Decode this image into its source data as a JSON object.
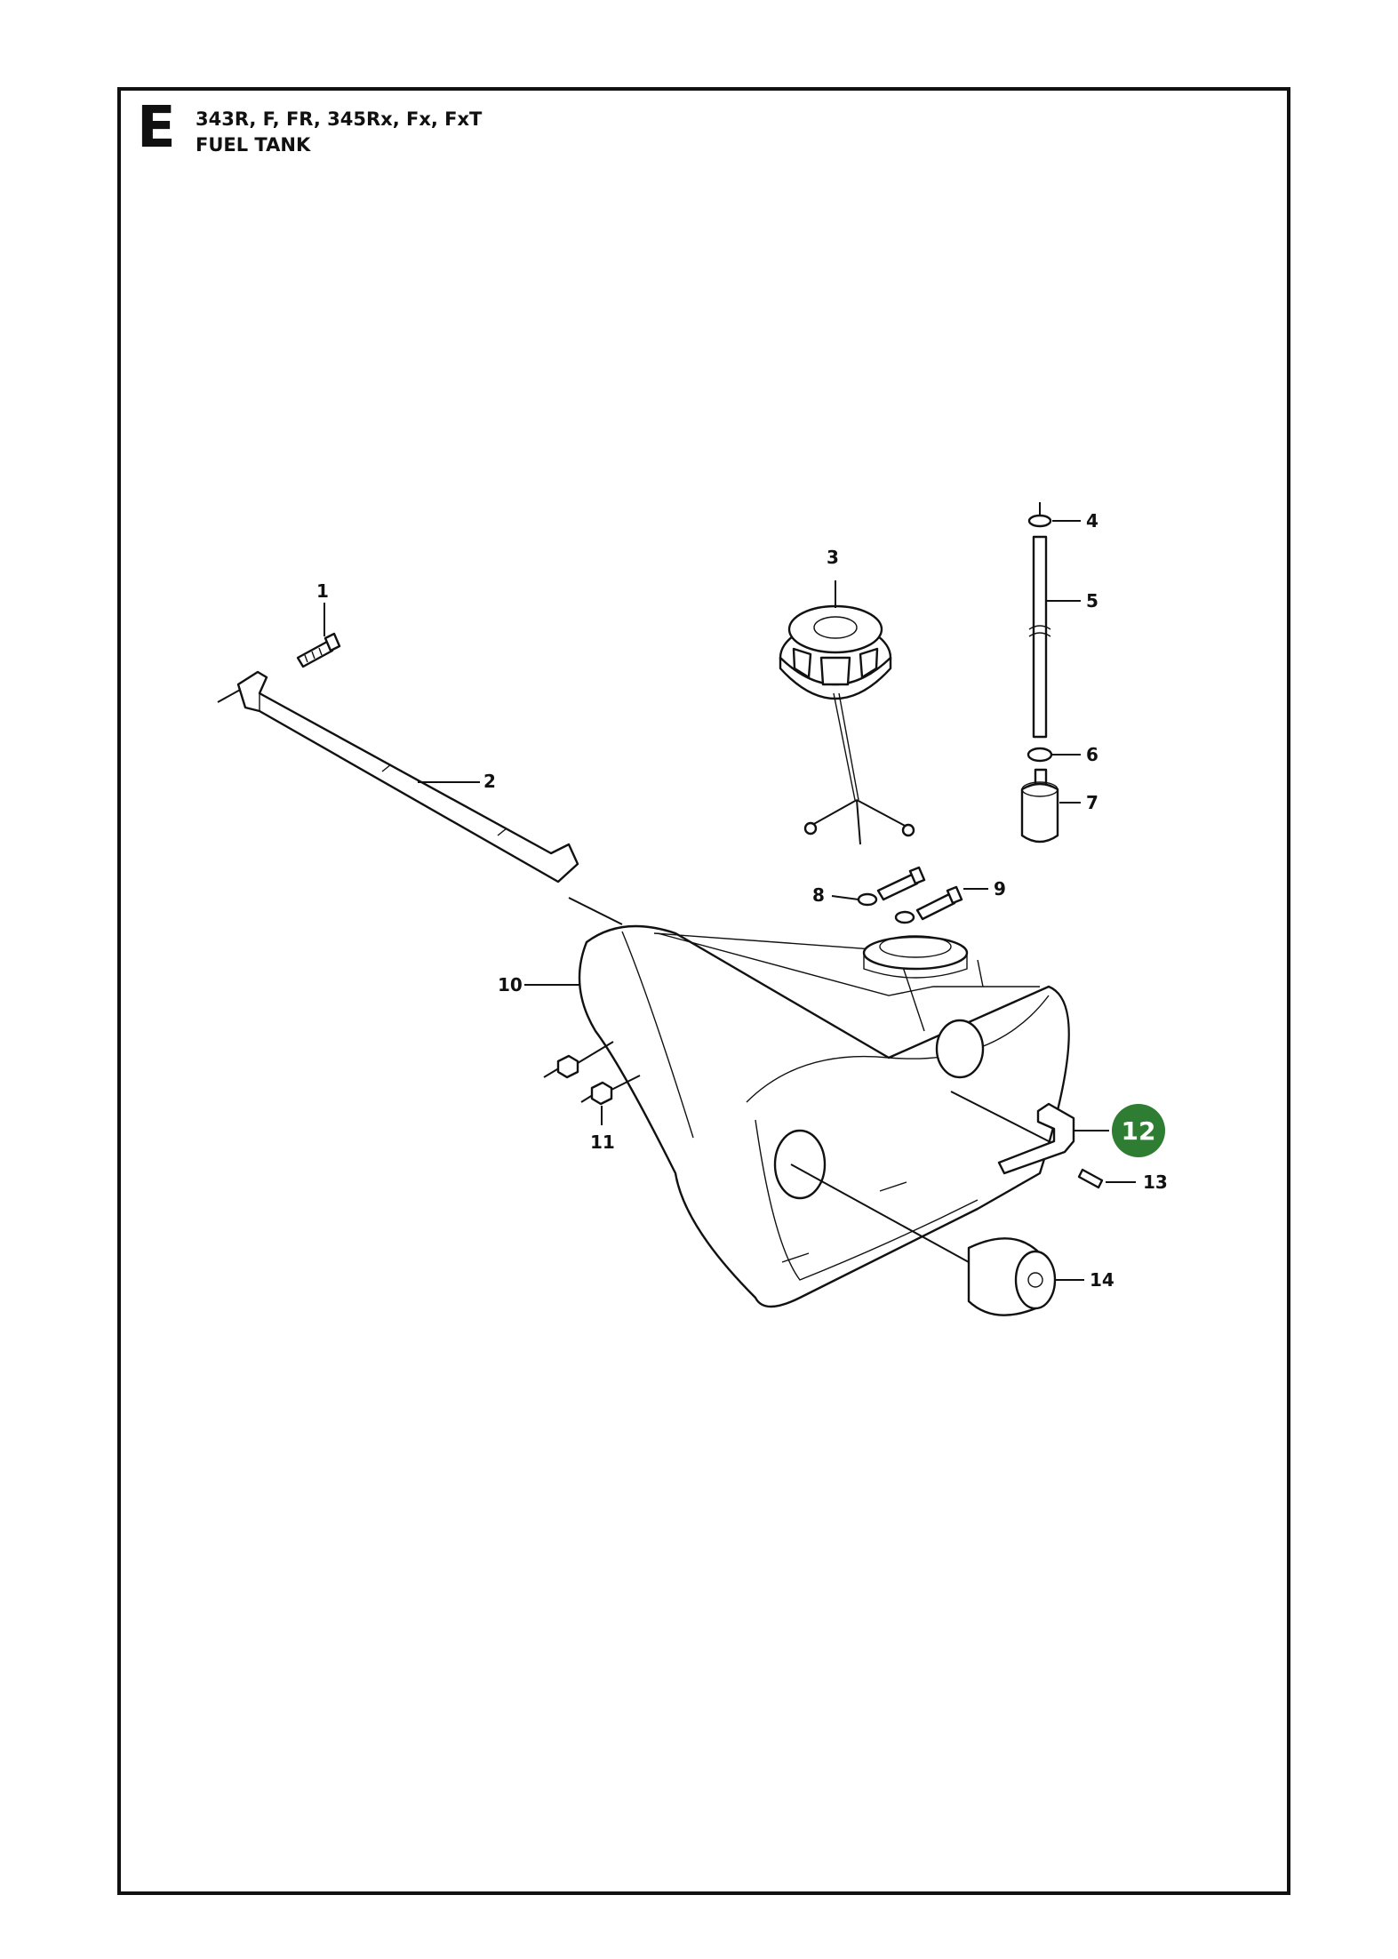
{
  "header": {
    "section_letter": "E",
    "models": "343R, F, FR, 345Rx, Fx, FxT",
    "title": "FUEL TANK"
  },
  "colors": {
    "line": "#111111",
    "highlight": "#2e7d32"
  },
  "callouts": [
    {
      "id": "1",
      "label": "1"
    },
    {
      "id": "2",
      "label": "2"
    },
    {
      "id": "3",
      "label": "3"
    },
    {
      "id": "4",
      "label": "4"
    },
    {
      "id": "5",
      "label": "5"
    },
    {
      "id": "6",
      "label": "6"
    },
    {
      "id": "7",
      "label": "7"
    },
    {
      "id": "8",
      "label": "8"
    },
    {
      "id": "9",
      "label": "9"
    },
    {
      "id": "10",
      "label": "10"
    },
    {
      "id": "11",
      "label": "11"
    },
    {
      "id": "12",
      "label": "12",
      "highlighted": true
    },
    {
      "id": "13",
      "label": "13"
    },
    {
      "id": "14",
      "label": "14"
    }
  ]
}
